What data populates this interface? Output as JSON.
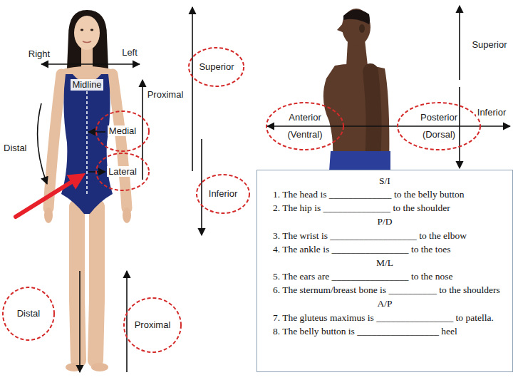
{
  "diagram": {
    "nodes": [
      {
        "text": [
          "Superior"
        ]
      },
      {
        "text": [
          "Anterior (Ventral)"
        ]
      },
      {
        "text": [
          "Medial"
        ]
      },
      {
        "text": [
          "Posterior (Dorsal)"
        ]
      },
      {
        "text": [
          "Lateral"
        ]
      },
      {
        "text": [
          "Inferior"
        ]
      },
      {
        "text": [
          "S/I",
          "1. The head is _____________ to the belly button",
          "2. The hip is ______________ to the shoulder",
          "P/D",
          "3. The wrist is __________________ to the elbow",
          "4. The ankle is ________________ to the toes",
          "M/L",
          "5. The ears are ________________ to the nose",
          "6. The sternum/breast bone is __________ to the shoulders",
          "A/P",
          "7. The gluteus maximus is ________________ to patella.",
          "8. The belly button is _________________ heel"
        ]
      },
      {
        "text": [
          "Distal"
        ]
      },
      {
        "text": [
          "Proximal"
        ]
      }
    ],
    "labels": [
      "Superior",
      "Right",
      "Left",
      "Midline",
      "Proximal",
      "Inferior",
      "Distal"
    ]
  }
}
